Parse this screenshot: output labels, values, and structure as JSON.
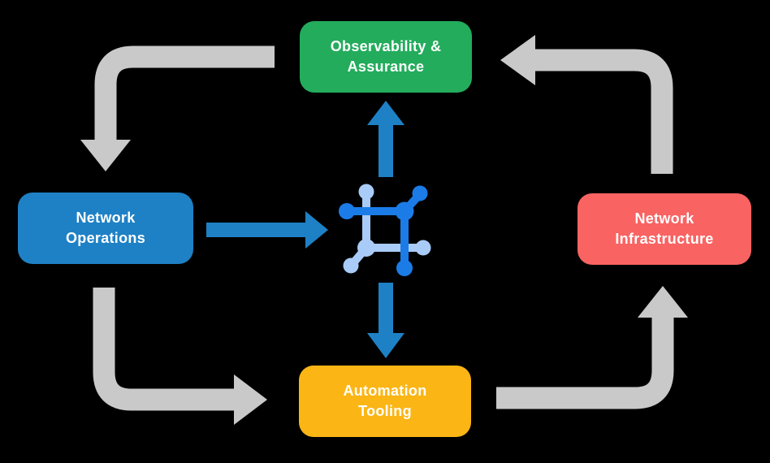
{
  "colors": {
    "background": "#000000",
    "green": "#23AC5C",
    "blue": "#1E81C5",
    "red": "#F96362",
    "yellow": "#FBB515",
    "gray_arrow": "#C9C9C9",
    "flow_blue": "#1E81C5",
    "icon_dark_blue": "#1B7CE8",
    "icon_light_blue": "#A9CBF7",
    "label_text": "#FFFFFF"
  },
  "nodes": {
    "observability": {
      "line1": "Observability &",
      "line2": "Assurance"
    },
    "operations": {
      "line1": "Network",
      "line2": "Operations"
    },
    "infrastructure": {
      "line1": "Network",
      "line2": "Infrastructure"
    },
    "automation": {
      "line1": "Automation",
      "line2": "Tooling"
    }
  },
  "center_icon": "network-platform-icon"
}
